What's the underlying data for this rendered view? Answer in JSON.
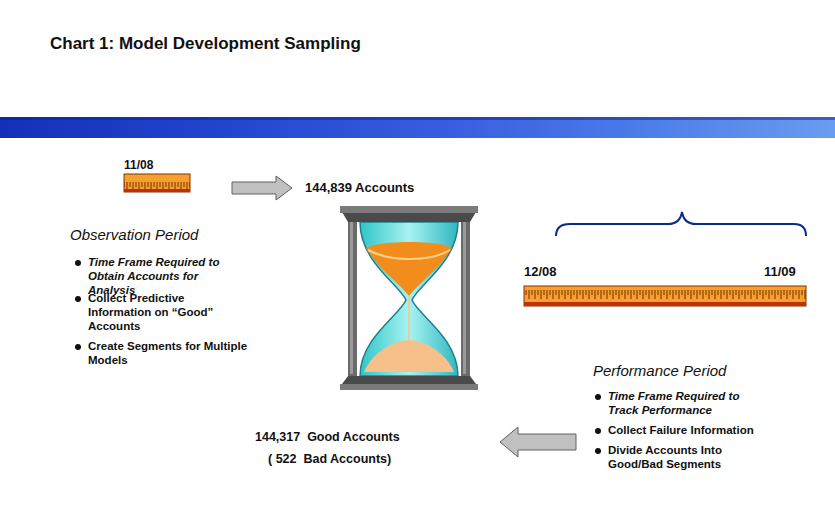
{
  "diagram": {
    "title": "Chart 1: Model Development Sampling",
    "labels": [
      "11/08",
      "144,839 Accounts",
      "Observation Period",
      "Time Frame Required to Obtain Accounts for Analysis",
      "Collect Predictive Information on “Good” Accounts",
      "Create Segments for Multiple Models",
      "12/08",
      "11/09",
      "Performance Period",
      "Time Frame Required to Track Performance",
      "Collect Failure Information",
      "Divide Accounts Into Good/Bad Segments",
      "144,317  Good Accounts",
      "( 522  Bad Accounts)"
    ]
  }
}
